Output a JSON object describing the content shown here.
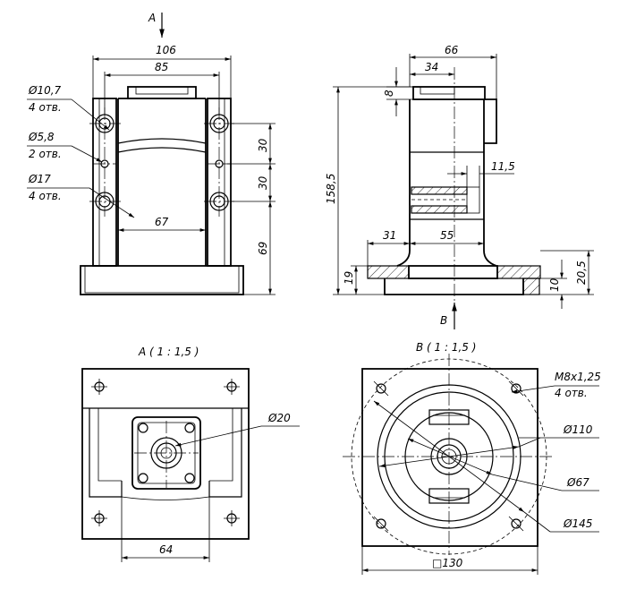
{
  "view_a_arrow": "A",
  "view_b_arrow": "B",
  "front": {
    "width_106": "106",
    "width_85": "85",
    "hole_d10_7": "Ø10,7",
    "hole_d10_7_qty": "4 отв.",
    "hole_d5_8": "Ø5,8",
    "hole_d5_8_qty": "2 отв.",
    "hole_d17": "Ø17",
    "hole_d17_qty": "4 отв.",
    "dim_30_top": "30",
    "dim_30_bottom": "30",
    "dim_69": "69",
    "dim_67": "67"
  },
  "side": {
    "dim_66": "66",
    "dim_34": "34",
    "dim_8": "8",
    "dim_158_5": "158,5",
    "dim_11_5": "11,5",
    "dim_31": "31",
    "dim_55": "55",
    "dim_19": "19",
    "dim_10": "10",
    "dim_20_5": "20,5"
  },
  "view_a": {
    "title": "A ( 1 : 1,5 )",
    "dim_d20": "Ø20",
    "dim_64": "64"
  },
  "view_b": {
    "title": "B ( 1 : 1,5 )",
    "thread": "M8x1,25",
    "thread_qty": "4 отв.",
    "dim_d110": "Ø110",
    "dim_d67": "Ø67",
    "dim_d145": "Ø145",
    "dim_sq130": "□130"
  }
}
